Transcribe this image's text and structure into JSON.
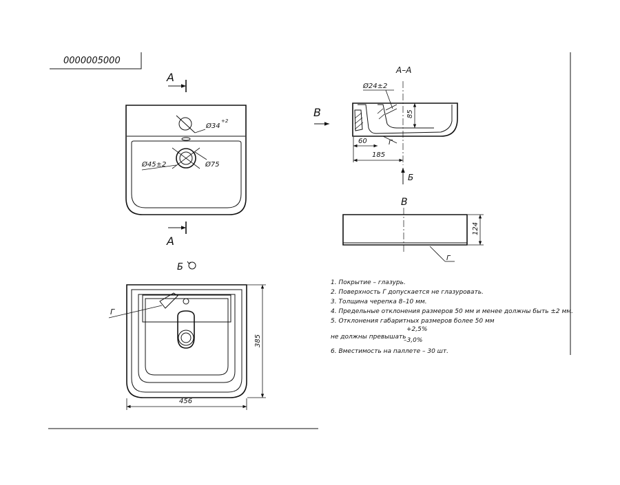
{
  "drawing_number": "0000005000",
  "views": {
    "top": {
      "section_mark_top": "A",
      "section_mark_bottom": "A",
      "faucet_hole_dim": "Ø34",
      "faucet_hole_tol": "+2",
      "drain_dim": "Ø45±2",
      "drain_outer_dim": "Ø75"
    },
    "section": {
      "title": "A–A",
      "hole_dim": "Ø24±2",
      "depth_dim": "85",
      "inner_dim": "60",
      "length_dim": "185",
      "surface_label": "Г",
      "view_arrow_left": "В",
      "view_arrow_down": "Б"
    },
    "side": {
      "title": "В",
      "height_dim": "124",
      "surface_label": "Г"
    },
    "bottom": {
      "title": "Б",
      "surface_label": "Г",
      "width_dim": "456",
      "depth_dim": "385"
    }
  },
  "notes": {
    "n1": "1. Покрытие – глазурь.",
    "n2": "2. Поверхность Г допускается не глазуровать.",
    "n3": "3. Толщина черепка 8–10 мм.",
    "n4": "4. Предельные отклонения размеров 50 мм и менее должны быть ±2 мм.",
    "n5": "5. Отклонения габаритных размеров более 50 мм",
    "n5_cont": "не должны превышать",
    "tol_plus": "+2,5%",
    "tol_minus": "–3,0%",
    "n6": "6. Вместимость на паллете – 30 шт."
  }
}
